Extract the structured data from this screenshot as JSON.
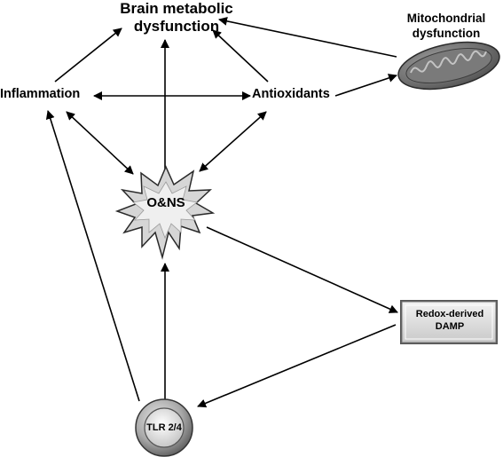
{
  "nodes": {
    "brain": {
      "line1": "Brain metabolic",
      "line2": "dysfunction"
    },
    "mitochondria": {
      "line1": "Mitochondrial",
      "line2": "dysfunction",
      "icon": "mitochondrion-icon"
    },
    "inflammation": {
      "label": "Inflammation"
    },
    "antioxidants": {
      "label": "Antioxidants"
    },
    "ons": {
      "label": "O&NS",
      "icon": "starburst-icon"
    },
    "damp": {
      "line1": "Redox-derived",
      "line2": "DAMP"
    },
    "tlr": {
      "label": "TLR 2/4",
      "icon": "receptor-ring-icon"
    }
  },
  "edges": [
    {
      "from": "Inflammation",
      "to": "Brain metabolic dysfunction",
      "direction": "forward"
    },
    {
      "from": "Antioxidants",
      "to": "Brain metabolic dysfunction",
      "direction": "forward"
    },
    {
      "from": "Mitochondrial dysfunction",
      "to": "Brain metabolic dysfunction",
      "direction": "forward"
    },
    {
      "from": "O&NS",
      "to": "Brain metabolic dysfunction",
      "direction": "forward"
    },
    {
      "from": "Inflammation",
      "to": "Antioxidants",
      "direction": "both"
    },
    {
      "from": "Antioxidants",
      "to": "Mitochondrial dysfunction",
      "direction": "forward"
    },
    {
      "from": "Inflammation",
      "to": "O&NS",
      "direction": "both"
    },
    {
      "from": "Antioxidants",
      "to": "O&NS",
      "direction": "both"
    },
    {
      "from": "O&NS",
      "to": "Redox-derived DAMP",
      "direction": "forward"
    },
    {
      "from": "Redox-derived DAMP",
      "to": "TLR 2/4",
      "direction": "forward"
    },
    {
      "from": "TLR 2/4",
      "to": "O&NS",
      "direction": "forward"
    },
    {
      "from": "TLR 2/4",
      "to": "Inflammation",
      "direction": "forward"
    }
  ],
  "colors": {
    "line": "#000000",
    "node_fill": "#c8c8c8",
    "node_stroke": "#3a3a3a",
    "mito_fill": "#8c8c8c",
    "background": "#ffffff"
  }
}
